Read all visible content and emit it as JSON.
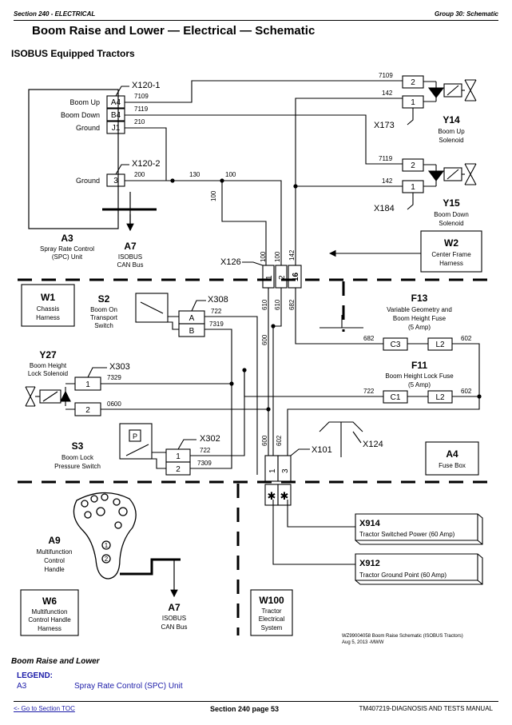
{
  "header": {
    "section": "Section 240 - ELECTRICAL",
    "group": "Group 30: Schematic"
  },
  "title": "Boom Raise and Lower — Electrical — Schematic",
  "subtitle": "ISOBUS Equipped Tractors",
  "schematic": {
    "a3": {
      "code": "A3",
      "name_line1": "Spray Rate Control",
      "name_line2": "(SPC) Unit",
      "pins": {
        "boom_up": "Boom Up",
        "boom_down": "Boom Down",
        "ground1": "Ground",
        "ground2": "Ground"
      }
    },
    "x120_1": {
      "label": "X120-1",
      "pins": [
        "A4",
        "B4",
        "J1"
      ]
    },
    "x120_2": {
      "label": "X120-2",
      "pin": "3"
    },
    "a7_top": {
      "code": "A7",
      "line1": "ISOBUS",
      "line2": "CAN Bus"
    },
    "a7_bottom": {
      "code": "A7",
      "line1": "ISOBUS",
      "line2": "CAN Bus"
    },
    "wires": {
      "w7109": "7109",
      "w7119": "7119",
      "w210": "210",
      "w200": "200",
      "w130": "130",
      "w100a": "100",
      "w100b": "100",
      "w100c": "100",
      "w100d": "100",
      "w142a": "142",
      "w142b": "142",
      "w142c": "142",
      "w7109b": "7109",
      "w7119b": "7119",
      "w610a": "610",
      "w610b": "610",
      "w682a": "682",
      "w722a": "722",
      "w7319": "7319",
      "w7329": "7329",
      "w0600": "0600",
      "w600a": "600",
      "w600b": "600",
      "w602a": "602",
      "w722b": "722",
      "w7309": "7309",
      "w682b": "682",
      "w602b": "602",
      "w722c": "722",
      "w602c": "602"
    },
    "y14": {
      "code": "Y14",
      "line1": "Boom Up",
      "line2": "Solenoid",
      "conn": "X173"
    },
    "y15": {
      "code": "Y15",
      "line1": "Boom Down",
      "line2": "Solenoid",
      "conn": "X184"
    },
    "w2": {
      "code": "W2",
      "line1": "Center Frame",
      "line2": "Harness"
    },
    "x126": {
      "label": "X126",
      "pins": [
        "1",
        "2",
        "16"
      ]
    },
    "w1": {
      "code": "W1",
      "line1": "Chassis",
      "line2": "Harness"
    },
    "s2": {
      "code": "S2",
      "line1": "Boom On",
      "line2": "Transport",
      "line3": "Switch",
      "conn": "X308",
      "pins": [
        "A",
        "B"
      ]
    },
    "f13": {
      "code": "F13",
      "line1": "Variable Geometry and",
      "line2": "Boom Height Fuse",
      "line3": "(5 Amp)",
      "pins": [
        "C3",
        "L2"
      ]
    },
    "f11": {
      "code": "F11",
      "line1": "Boom Height Lock Fuse",
      "line2": "(5 Amp)",
      "pins": [
        "C1",
        "L2"
      ]
    },
    "y27": {
      "code": "Y27",
      "line1": "Boom Height",
      "line2": "Lock Solenoid",
      "conn": "X303",
      "pins": [
        "1",
        "2"
      ]
    },
    "s3": {
      "code": "S3",
      "line1": "Boom Lock",
      "line2": "Pressure Switch",
      "conn": "X302",
      "pins": [
        "1",
        "2"
      ],
      "p": "P"
    },
    "x124": "X124",
    "x101": {
      "label": "X101",
      "pins": [
        "1",
        "3"
      ]
    },
    "a4": {
      "code": "A4",
      "line1": "Fuse Box"
    },
    "a9": {
      "code": "A9",
      "line1": "Multifunction",
      "line2": "Control",
      "line3": "Handle",
      "btn1": "1",
      "btn2": "2"
    },
    "w6": {
      "code": "W6",
      "line1": "Multifunction",
      "line2": "Control Handle",
      "line3": "Harness"
    },
    "w100": {
      "code": "W100",
      "line1": "Tractor",
      "line2": "Electrical",
      "line3": "System"
    },
    "x914": {
      "code": "X914",
      "line1": "Tractor Switched Power (60 Amp)"
    },
    "x912": {
      "code": "X912",
      "line1": "Tractor Ground Point (60 Amp)"
    },
    "ref_line1": "WZ99004058 Boom Raise Schematic (ISOBUS Tractors)",
    "ref_line2": "Aug 5, 2013 -MWW"
  },
  "section_title": "Boom Raise and Lower",
  "legend": {
    "heading": "LEGEND:",
    "code": "A3",
    "desc": "Spray Rate Control (SPC) Unit"
  },
  "footer": {
    "toc_link": "<- Go to Section TOC",
    "page": "Section 240 page 53",
    "manual": "TM407219-DIAGNOSIS AND TESTS MANUAL"
  }
}
